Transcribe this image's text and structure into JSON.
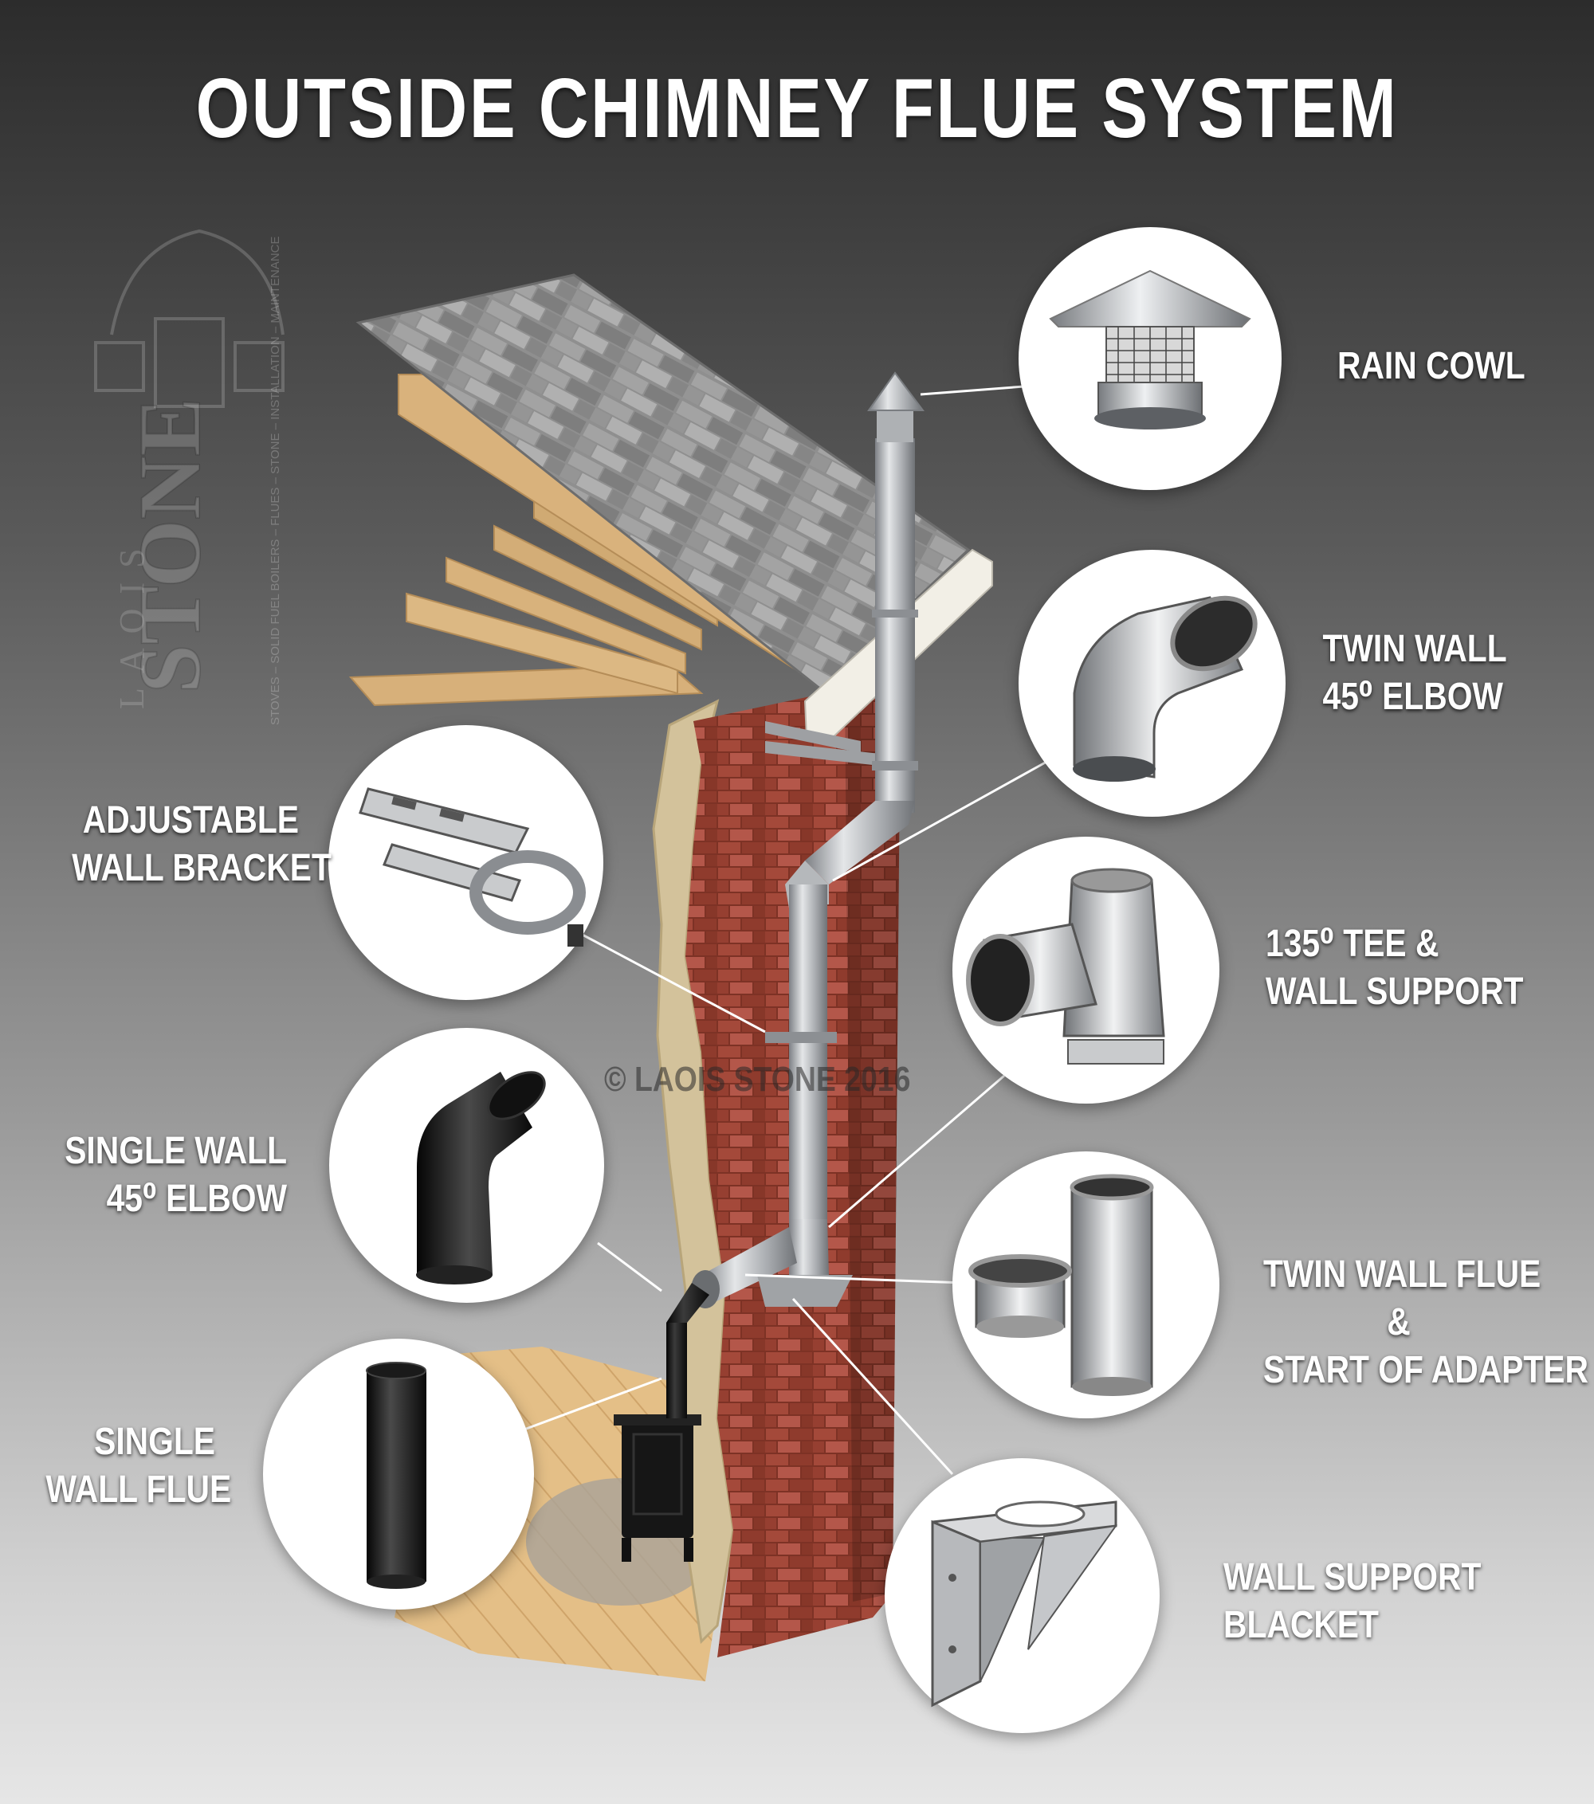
{
  "title": "OUTSIDE CHIMNEY FLUE SYSTEM",
  "watermark": {
    "brand": "STONE",
    "prefix": "LAOIS",
    "tagline": "STOVES – SOLID FUEL BOILERS – FLUES – STONE – INSTALLATION – MAINTENANCE"
  },
  "copyright": "© LAOIS STONE 2016",
  "components": [
    {
      "id": "rain-cowl",
      "lines": [
        "RAIN COWL"
      ]
    },
    {
      "id": "twin-wall-elbow",
      "lines": [
        "TWIN WALL",
        "45⁰ ELBOW"
      ]
    },
    {
      "id": "tee-wall-support",
      "lines": [
        "135⁰ TEE &",
        "WALL SUPPORT"
      ]
    },
    {
      "id": "twin-wall-flue-adapter",
      "lines": [
        "TWIN WALL FLUE",
        "&",
        "START OF ADAPTER"
      ]
    },
    {
      "id": "wall-support-bracket",
      "lines": [
        "WALL SUPPORT",
        "BLACKET"
      ]
    },
    {
      "id": "adjustable-wall-bracket",
      "lines": [
        "ADJUSTABLE",
        "WALL BRACKET"
      ]
    },
    {
      "id": "single-wall-elbow",
      "lines": [
        "SINGLE WALL",
        "45⁰ ELBOW"
      ]
    },
    {
      "id": "single-wall-flue",
      "lines": [
        "SINGLE",
        "WALL FLUE"
      ]
    }
  ],
  "colors": {
    "brick": "#8e3a2c",
    "plaster": "#cfc09a",
    "roof_slate": "#8a8a8a",
    "timber": "#d9b27c",
    "floor": "#e3bd85",
    "steel": "#b9bcbf",
    "black_flue": "#1a1a1a"
  }
}
